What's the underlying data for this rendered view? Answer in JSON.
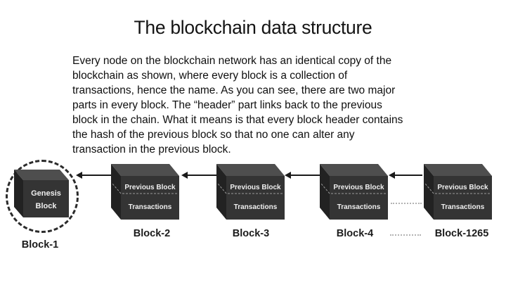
{
  "slide": {
    "title": "The blockchain data structure",
    "body_lines": [
      "Every node on the blockchain network has an identical copy of the",
      "blockchain as shown, where every block is a collection of",
      "transactions, hence the name. As you can see, there are two major",
      "parts in every block. The “header” part links back to the previous",
      "block in the chain. What it means is that every block header contains",
      "the hash of the previous block so that no one can alter any",
      "transaction in the previous block."
    ]
  },
  "diagram": {
    "genesis": {
      "cube_line1": "Genesis",
      "cube_line2": "Block",
      "label": "Block-1"
    },
    "chain_blocks": [
      {
        "header": "Previous Block",
        "body": "Transactions",
        "label": "Block-2"
      },
      {
        "header": "Previous Block",
        "body": "Transactions",
        "label": "Block-3"
      },
      {
        "header": "Previous Block",
        "body": "Transactions",
        "label": "Block-4"
      },
      {
        "header": "Previous Block",
        "body": "Transactions",
        "label": "Block-1265"
      }
    ],
    "colors": {
      "cube_front": "#343434",
      "cube_top": "#4e4e4e",
      "cube_side": "#222222",
      "cube_text": "#efefef",
      "separator": "#9a9a9a",
      "arrow": "#1a1a1a",
      "dotted_line": "#b3b3b3",
      "label_text": "#1b1b1b"
    }
  }
}
